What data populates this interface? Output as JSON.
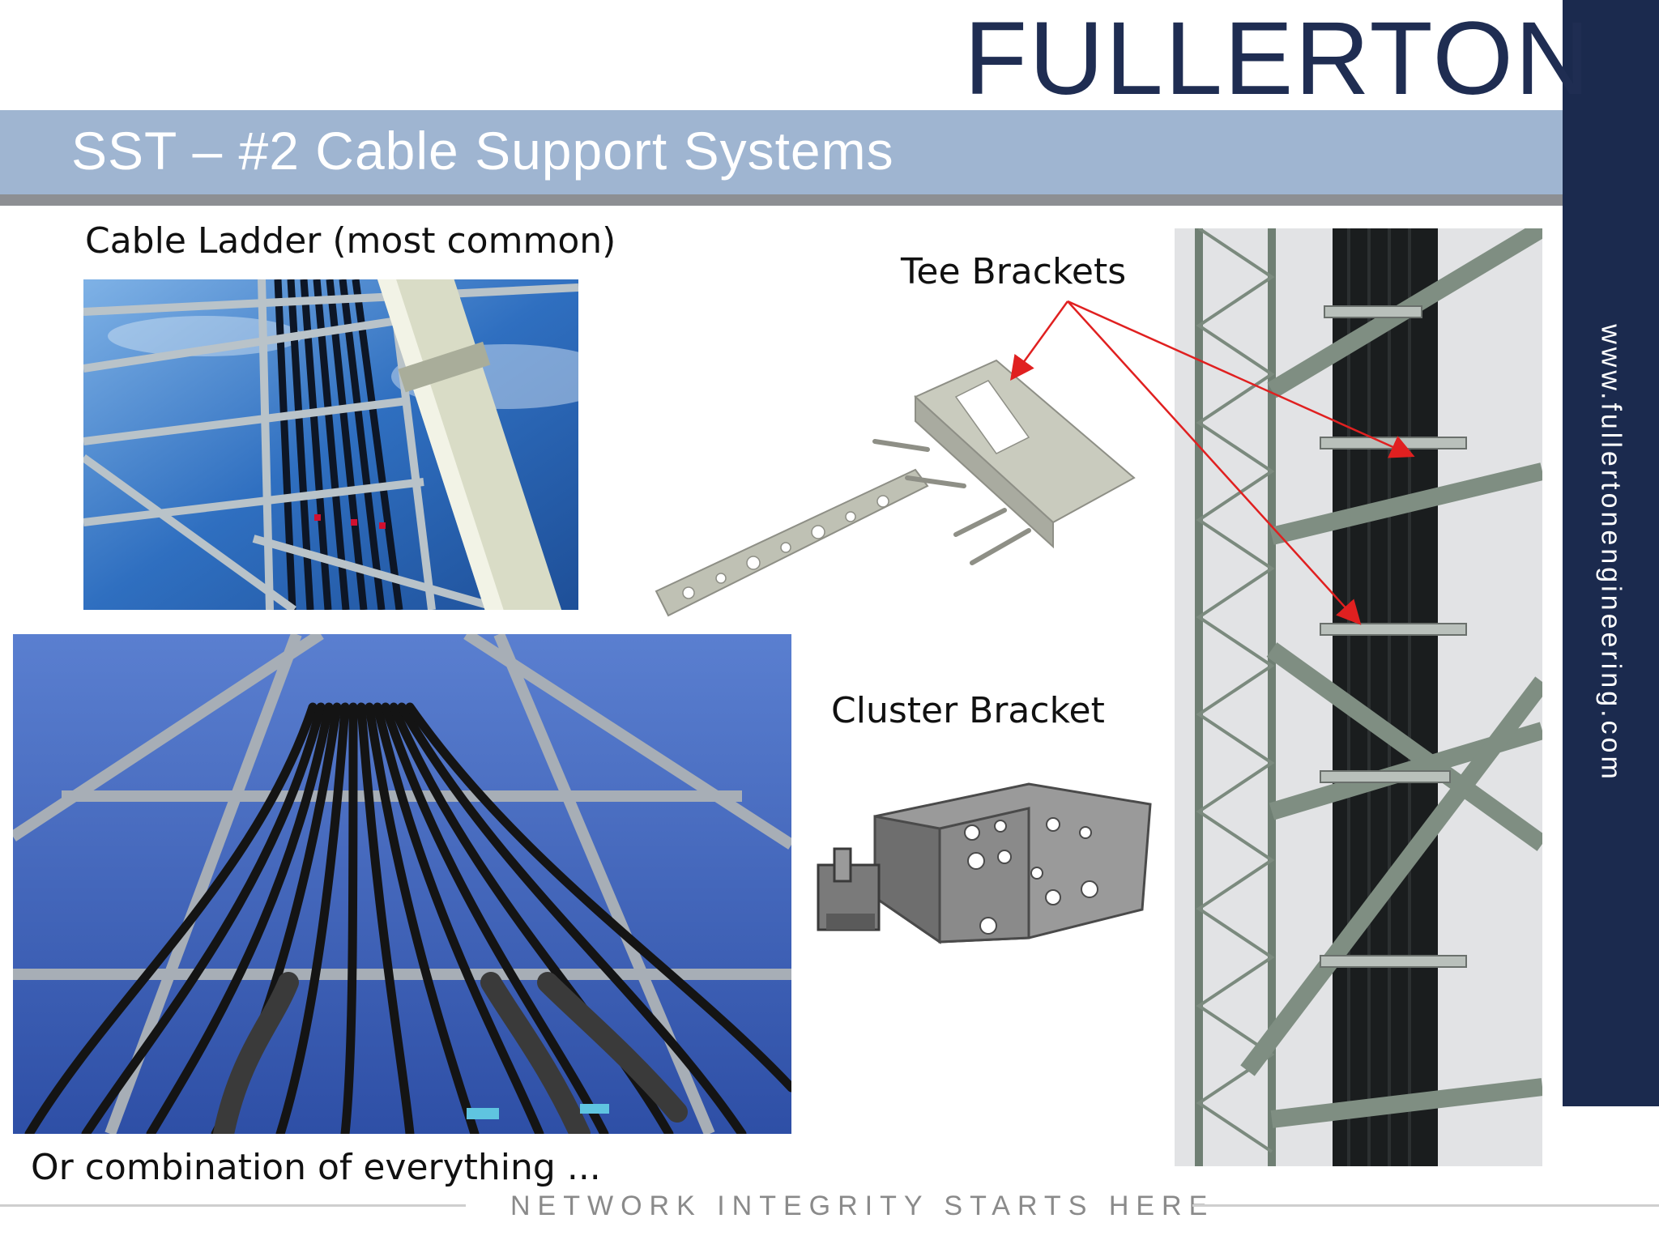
{
  "header": {
    "logo_text": "FULLERTON",
    "title": "SST –  #2 Cable Support Systems"
  },
  "sidebar": {
    "website": "www.fullertonengineering.com"
  },
  "labels": {
    "cable_ladder": "Cable Ladder (most common)",
    "tee_brackets": "Tee Brackets",
    "cluster_bracket": "Cluster Bracket",
    "combination": "Or combination of everything ..."
  },
  "footer": {
    "tagline": "NETWORK INTEGRITY STARTS HERE"
  },
  "colors": {
    "navy": "#1b2a4e",
    "title_bar": "#9fb5d1",
    "arrow": "#e02020"
  }
}
